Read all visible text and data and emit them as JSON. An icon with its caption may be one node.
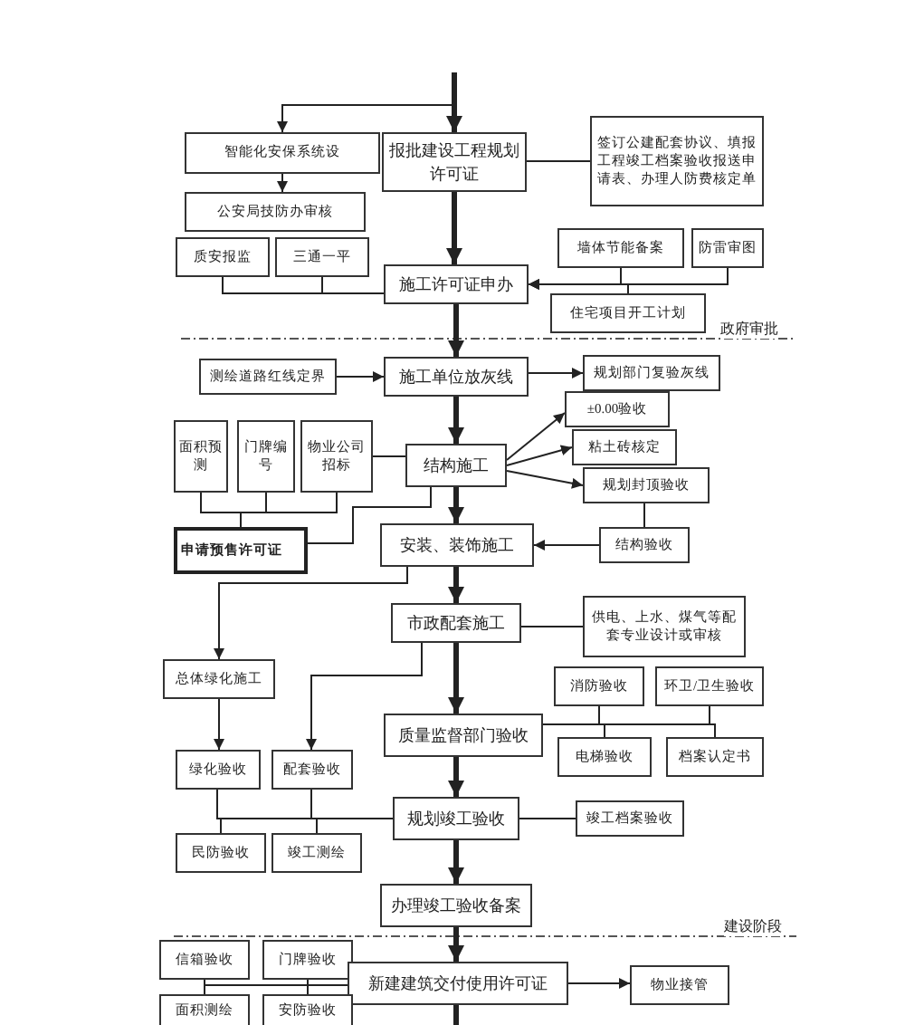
{
  "diagram": {
    "nodes": [
      {
        "text": [
          "智能化安保系统设"
        ]
      },
      {
        "text": [
          "报批建设工程规划许可证"
        ]
      },
      {
        "text": [
          "签订公建配套协议、填报工程竣工档案验收报送申请表、办理人防费核定单"
        ]
      },
      {
        "text": [
          "公安局技防办审核"
        ]
      },
      {
        "text": [
          "质安报监"
        ]
      },
      {
        "text": [
          "三通一平"
        ]
      },
      {
        "text": [
          "墙体节能备案"
        ]
      },
      {
        "text": [
          "防雷审图"
        ]
      },
      {
        "text": [
          "施工许可证申办"
        ]
      },
      {
        "text": [
          "住宅项目开工计划"
        ]
      },
      {
        "text": [
          "测绘道路红线定界"
        ]
      },
      {
        "text": [
          "施工单位放灰线"
        ]
      },
      {
        "text": [
          "规划部门复验灰线"
        ]
      },
      {
        "text": [
          "±0.00验收"
        ]
      },
      {
        "text": [
          "粘土砖核定"
        ]
      },
      {
        "text": [
          "规划封顶验收"
        ]
      },
      {
        "text": [
          "面积预测"
        ]
      },
      {
        "text": [
          "门牌编号"
        ]
      },
      {
        "text": [
          "物业公司招标"
        ]
      },
      {
        "text": [
          "结构施工"
        ]
      },
      {
        "text": [
          "申请预售许可证"
        ]
      },
      {
        "text": [
          "安装、装饰施工"
        ]
      },
      {
        "text": [
          "结构验收"
        ]
      },
      {
        "text": [
          "市政配套施工"
        ]
      },
      {
        "text": [
          "供电、上水、煤气等配套专业设计或审核"
        ]
      },
      {
        "text": [
          "总体绿化施工"
        ]
      },
      {
        "text": [
          "消防验收"
        ]
      },
      {
        "text": [
          "环卫/卫生验收"
        ]
      },
      {
        "text": [
          "质量监督部门验收"
        ]
      },
      {
        "text": [
          "电梯验收"
        ]
      },
      {
        "text": [
          "档案认定书"
        ]
      },
      {
        "text": [
          "绿化验收"
        ]
      },
      {
        "text": [
          "配套验收"
        ]
      },
      {
        "text": [
          "规划竣工验收"
        ]
      },
      {
        "text": [
          "竣工档案验收"
        ]
      },
      {
        "text": [
          "民防验收"
        ]
      },
      {
        "text": [
          "竣工测绘"
        ]
      },
      {
        "text": [
          "办理竣工验收备案"
        ]
      },
      {
        "text": [
          "信箱验收"
        ]
      },
      {
        "text": [
          "门牌验收"
        ]
      },
      {
        "text": [
          "新建建筑交付使用许可证"
        ]
      },
      {
        "text": [
          "物业接管"
        ]
      },
      {
        "text": [
          "面积测绘"
        ]
      },
      {
        "text": [
          "安防验收"
        ]
      }
    ],
    "edges": [
      {
        "from": null,
        "to": 1,
        "arrow": "to",
        "style": "thick"
      },
      {
        "from": null,
        "to": 0,
        "arrow": "to"
      },
      {
        "from": 0,
        "to": 3,
        "arrow": "to"
      },
      {
        "from": 1,
        "to": 2,
        "arrow": "none"
      },
      {
        "from": 1,
        "to": 8,
        "arrow": "to",
        "style": "thick"
      },
      {
        "from": 4,
        "to": 8,
        "arrow": "none"
      },
      {
        "from": 5,
        "to": 8,
        "arrow": "none"
      },
      {
        "from": 6,
        "to": 8,
        "arrow": "to"
      },
      {
        "from": 7,
        "to": 8,
        "arrow": "to"
      },
      {
        "from": 9,
        "to": 8,
        "arrow": "to"
      },
      {
        "from": 8,
        "to": 11,
        "arrow": "to",
        "style": "thick"
      },
      {
        "from": 10,
        "to": 11,
        "arrow": "to"
      },
      {
        "from": 11,
        "to": 12,
        "arrow": "to"
      },
      {
        "from": 11,
        "to": 19,
        "arrow": "to",
        "style": "thick"
      },
      {
        "from": 19,
        "to": 13,
        "arrow": "to"
      },
      {
        "from": 19,
        "to": 14,
        "arrow": "to"
      },
      {
        "from": 19,
        "to": 15,
        "arrow": "to"
      },
      {
        "from": 18,
        "to": 19,
        "arrow": "none"
      },
      {
        "from": 16,
        "to": 20,
        "arrow": "none"
      },
      {
        "from": 17,
        "to": 20,
        "arrow": "none"
      },
      {
        "from": 18,
        "to": 20,
        "arrow": "none"
      },
      {
        "from": 19,
        "to": 20,
        "arrow": "none"
      },
      {
        "from": 19,
        "to": 21,
        "arrow": "to",
        "style": "thick"
      },
      {
        "from": 22,
        "to": 21,
        "arrow": "to"
      },
      {
        "from": 15,
        "to": 22,
        "arrow": "none"
      },
      {
        "from": 21,
        "to": 23,
        "arrow": "to",
        "style": "thick"
      },
      {
        "from": 23,
        "to": 24,
        "arrow": "none"
      },
      {
        "from": 21,
        "to": 25,
        "arrow": "to"
      },
      {
        "from": 23,
        "to": 28,
        "arrow": "to",
        "style": "thick"
      },
      {
        "from": 23,
        "to": 32,
        "arrow": "to"
      },
      {
        "from": 25,
        "to": 31,
        "arrow": "to"
      },
      {
        "from": 26,
        "to": 28,
        "arrow": "none"
      },
      {
        "from": 27,
        "to": 28,
        "arrow": "none"
      },
      {
        "from": 29,
        "to": 28,
        "arrow": "none"
      },
      {
        "from": 30,
        "to": 28,
        "arrow": "none"
      },
      {
        "from": 28,
        "to": 33,
        "arrow": "to",
        "style": "thick"
      },
      {
        "from": 31,
        "to": 33,
        "arrow": "none"
      },
      {
        "from": 32,
        "to": 33,
        "arrow": "none"
      },
      {
        "from": 35,
        "to": 33,
        "arrow": "none"
      },
      {
        "from": 36,
        "to": 33,
        "arrow": "none"
      },
      {
        "from": 33,
        "to": 34,
        "arrow": "none"
      },
      {
        "from": 33,
        "to": 37,
        "arrow": "to",
        "style": "thick"
      },
      {
        "from": 37,
        "to": 40,
        "arrow": "to",
        "style": "thick"
      },
      {
        "from": 38,
        "to": 40,
        "arrow": "none"
      },
      {
        "from": 39,
        "to": 40,
        "arrow": "none"
      },
      {
        "from": 42,
        "to": 40,
        "arrow": "none"
      },
      {
        "from": 43,
        "to": 40,
        "arrow": "none"
      },
      {
        "from": 40,
        "to": 41,
        "arrow": "to"
      },
      {
        "from": 40,
        "to": null,
        "arrow": "none",
        "style": "thick"
      }
    ],
    "labels": [
      "政府审批",
      "建设阶段"
    ]
  }
}
